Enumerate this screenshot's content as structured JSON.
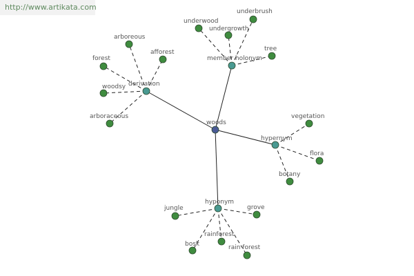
{
  "watermark": {
    "text": "http://www.artikata.com"
  },
  "colors": {
    "root": "#4a5a96",
    "relation": "#4a9a92",
    "leaf": "#3f8c3f",
    "node_stroke": "#2d4a2d",
    "edge": "#222222",
    "label": "#555555"
  },
  "root": {
    "id": "woods",
    "label": "woods"
  },
  "relations": [
    {
      "id": "derivation",
      "label": "derivation",
      "children": [
        {
          "id": "arboreous",
          "label": "arboreous"
        },
        {
          "id": "afforest",
          "label": "afforest"
        },
        {
          "id": "forest",
          "label": "forest"
        },
        {
          "id": "woodsy",
          "label": "woodsy"
        },
        {
          "id": "arboraceous",
          "label": "arboraceous"
        }
      ]
    },
    {
      "id": "member-holonym",
      "label": "member holonym",
      "children": [
        {
          "id": "underwood",
          "label": "underwood"
        },
        {
          "id": "underbrush",
          "label": "underbrush"
        },
        {
          "id": "undergrowth",
          "label": "undergrowth"
        },
        {
          "id": "tree",
          "label": "tree"
        }
      ]
    },
    {
      "id": "hypernym",
      "label": "hypernym",
      "children": [
        {
          "id": "vegetation",
          "label": "vegetation"
        },
        {
          "id": "flora",
          "label": "flora"
        },
        {
          "id": "botany",
          "label": "botany"
        }
      ]
    },
    {
      "id": "hyponym",
      "label": "hyponym",
      "children": [
        {
          "id": "jungle",
          "label": "jungle"
        },
        {
          "id": "grove",
          "label": "grove"
        },
        {
          "id": "rainforest",
          "label": "rainforest"
        },
        {
          "id": "bosk",
          "label": "bosk"
        },
        {
          "id": "rain-forest",
          "label": "rain forest"
        }
      ]
    }
  ]
}
